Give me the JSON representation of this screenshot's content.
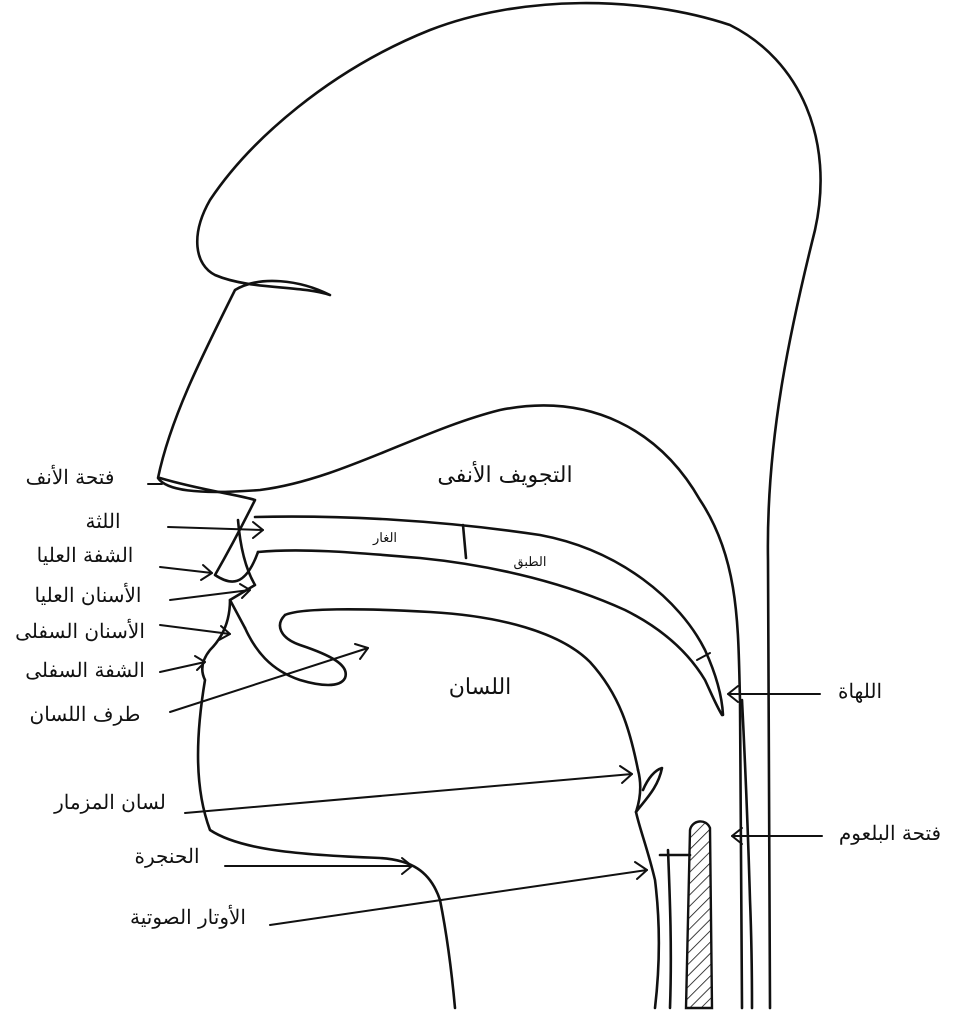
{
  "labels": {
    "nasal_cavity": "التجويف الأنفى",
    "hard_palate": "الغار",
    "soft_palate": "الطبق",
    "tongue": "اللسان",
    "nostril": "فتحة الأنف",
    "alveolar_ridge": "اللثة",
    "upper_lip": "الشفة العليا",
    "upper_teeth": "الأسنان العليا",
    "lower_teeth": "الأسنان السفلى",
    "lower_lip": "الشفة السفلى",
    "tongue_tip": "طرف اللسان",
    "epiglottis": "لسان المزمار",
    "larynx": "الحنجرة",
    "vocal_cords": "الأوتار الصوتية",
    "uvula": "اللهاة",
    "pharynx_opening": "فتحة البلعوم"
  },
  "colors": {
    "ink": "#111111",
    "background": "#ffffff"
  }
}
